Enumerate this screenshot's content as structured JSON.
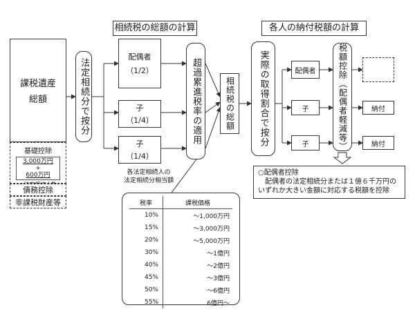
{
  "headers": {
    "total": "相続税の総額の計算",
    "each": "各人の納付税額の計算"
  },
  "estate": {
    "title_line1": "課税遺産",
    "title_line2": "総額"
  },
  "deduction": {
    "label": "基礎控除",
    "formula_line1": "3,000万円",
    "formula_line2": "+",
    "formula_line3": "600万円",
    "formula_line4": "×法定相続人数",
    "debt": "債務控除",
    "nontax": "非課税財産等"
  },
  "division": {
    "statutory": "法定相続分で按分",
    "actual": "実際の取得割合で按分"
  },
  "heirs": [
    {
      "name": "配偶者",
      "share": "（1/2）"
    },
    {
      "name": "子",
      "share": "（1/4）"
    },
    {
      "name": "子",
      "share": "（1/4）"
    }
  ],
  "heirs_note_line1": "各法定相続人の",
  "heirs_note_line2": "法定相続分相当額",
  "progressive": "超過累進税率の適用",
  "total_tax": "相続税の総額",
  "recipients": [
    "配偶者",
    "子",
    "子"
  ],
  "tax_credit": "税額控除（配偶者軽減等）",
  "payment": [
    "納付",
    "納付"
  ],
  "spouse_note": {
    "title": "○配偶者控除",
    "line1": "配偶者の法定相続分または１億６千万円の",
    "line2": "いずれか大きい金額に対応する税額を控除"
  },
  "rate_table": {
    "headers": [
      "税率",
      "課税価格"
    ],
    "rows": [
      [
        "10%",
        "～1,000万円"
      ],
      [
        "15%",
        "～3,000万円"
      ],
      [
        "20%",
        "～5,000万円"
      ],
      [
        "30%",
        "～1億円"
      ],
      [
        "40%",
        "～2億円"
      ],
      [
        "45%",
        "～3億円"
      ],
      [
        "50%",
        "～6億円"
      ],
      [
        "55%",
        "6億円～"
      ]
    ]
  }
}
